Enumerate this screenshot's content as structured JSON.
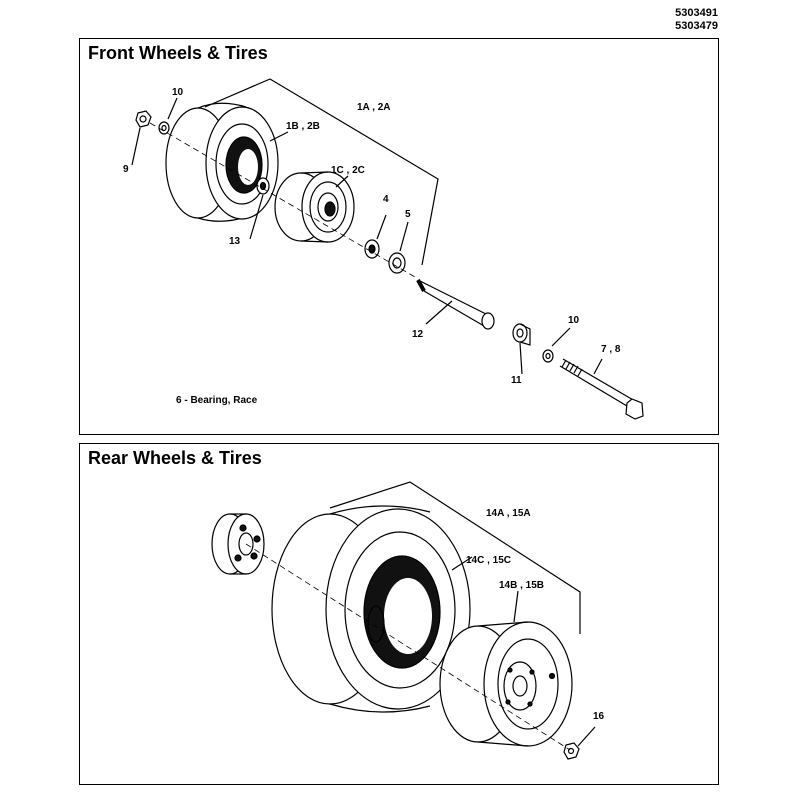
{
  "document_numbers": [
    "5303491",
    "5303479"
  ],
  "front_panel": {
    "title": "Front Wheels & Tires",
    "callouts": {
      "wheel_assembly": "1A , 2A",
      "tire": "1B , 2B",
      "rim": "1C , 2C",
      "item_4": "4",
      "item_5": "5",
      "item_7_8": "7 , 8",
      "item_9": "9",
      "item_10_top": "10",
      "item_10_right": "10",
      "item_11": "11",
      "item_12": "12",
      "item_13": "13"
    },
    "note": "6 - Bearing, Race"
  },
  "rear_panel": {
    "title": "Rear Wheels & Tires",
    "callouts": {
      "wheel_assembly": "14A , 15A",
      "tire": "14C , 15C",
      "rim": "14B , 15B",
      "item_16": "16"
    }
  }
}
